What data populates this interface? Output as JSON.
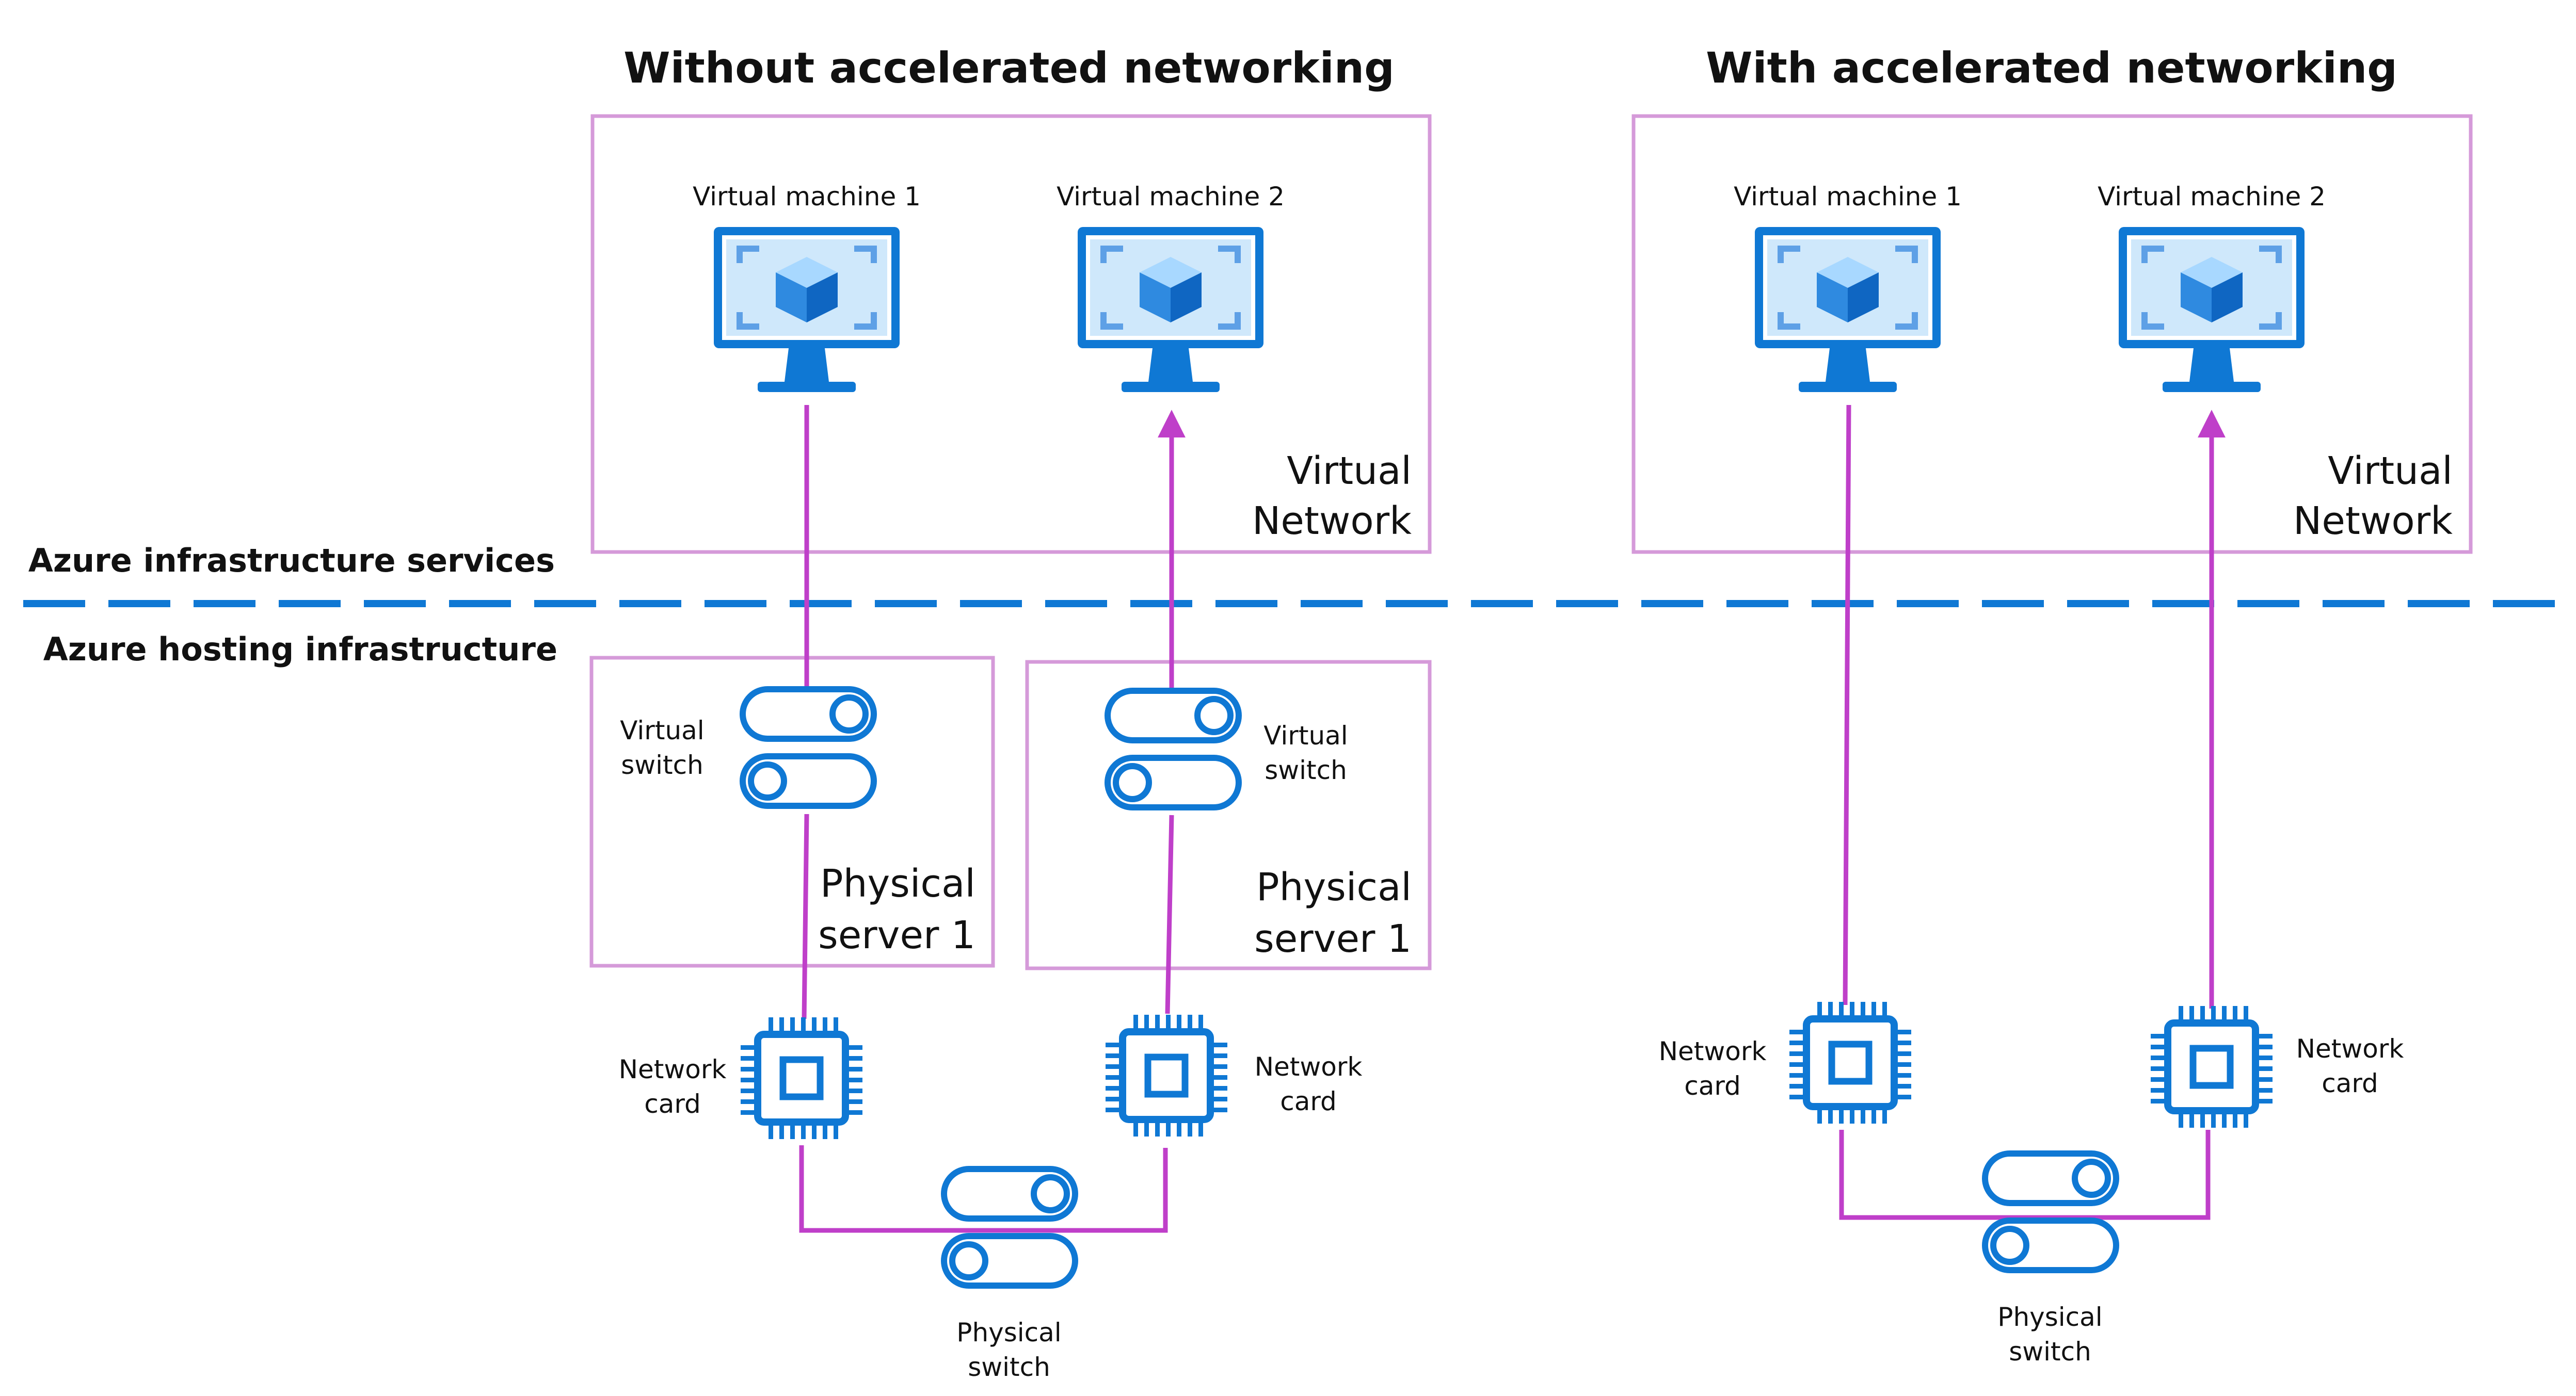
{
  "colors": {
    "azure_blue": "#0f78d4",
    "link_magenta": "#bf3fc9",
    "box_pink": "#d59ad9",
    "cube_light": "#7fc4f5"
  },
  "titles": {
    "without": "Without accelerated networking",
    "with": "With accelerated networking"
  },
  "layers": {
    "services": "Azure infrastructure services",
    "hosting": "Azure hosting infrastructure"
  },
  "left": {
    "vm1_label": "Virtual machine 1",
    "vm2_label": "Virtual machine 2",
    "vnet_line1": "Virtual",
    "vnet_line2": "Network",
    "vswitch1_line1": "Virtual",
    "vswitch1_line2": "switch",
    "vswitch2_line1": "Virtual",
    "vswitch2_line2": "switch",
    "server1_line1": "Physical",
    "server1_line2": "server 1",
    "server2_line1": "Physical",
    "server2_line2": "server 1",
    "nic1_line1": "Network",
    "nic1_line2": "card",
    "nic2_line1": "Network",
    "nic2_line2": "card",
    "pswitch_line1": "Physical",
    "pswitch_line2": "switch"
  },
  "right": {
    "vm1_label": "Virtual machine 1",
    "vm2_label": "Virtual machine 2",
    "vnet_line1": "Virtual",
    "vnet_line2": "Network",
    "nic1_line1": "Network",
    "nic1_line2": "card",
    "nic2_line1": "Network",
    "nic2_line2": "card",
    "pswitch_line1": "Physical",
    "pswitch_line2": "switch"
  },
  "icons": {
    "vm": "virtual-machine-icon",
    "switch": "switch-toggle-icon",
    "nic": "chip-icon"
  }
}
